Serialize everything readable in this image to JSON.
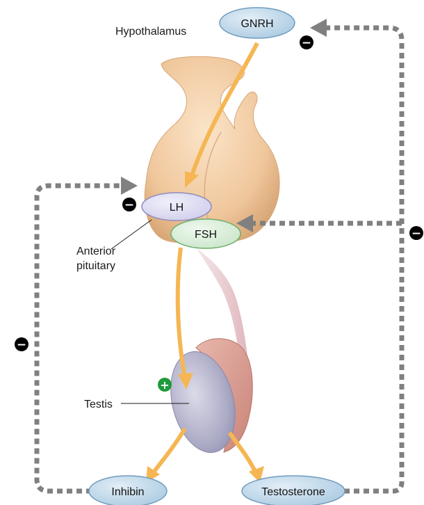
{
  "labels": {
    "hypothalamus": "Hypothalamus",
    "anterior_line1": "Anterior",
    "anterior_line2": "pituitary",
    "testis": "Testis"
  },
  "hormones": {
    "gnrh": "GNRH",
    "lh": "LH",
    "fsh": "FSH",
    "inhibin": "Inhibin",
    "testosterone": "Testosterone"
  },
  "signs": {
    "negative": "−",
    "positive": "+"
  },
  "colors": {
    "pill_blue": "#b9d6e8",
    "pill_lavender": "#d9d8ef",
    "pill_green": "#d6ecd6",
    "gland": "#f2cfa6",
    "arrow_orange": "#f5b653",
    "feedback_gray": "#808080",
    "inhibit_sign": "#000000",
    "stimulate_sign": "#1e9b3c"
  }
}
